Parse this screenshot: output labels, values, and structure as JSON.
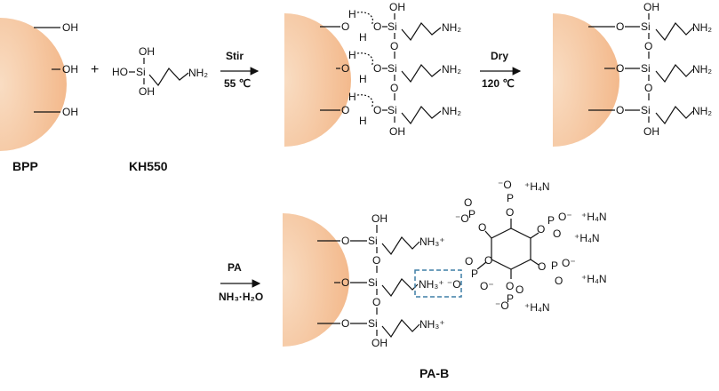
{
  "labels": {
    "bpp": "BPP",
    "kh550": "KH550",
    "pab": "PA-B"
  },
  "step1": {
    "reagent": "Stir",
    "condition": "55 ℃"
  },
  "step2": {
    "reagent": "Dry",
    "condition": "120 ℃"
  },
  "step3": {
    "reagent": "PA",
    "condition": "NH₃·H₂O"
  },
  "symbols": {
    "plus": "+"
  },
  "atoms": {
    "oh": "OH",
    "o": "O",
    "h": "H",
    "si": "Si",
    "nh2": "NH₂",
    "nh3p": "NH₃⁺",
    "nh3p_ion": "NH₃⁺ ⁻O",
    "ho": "HO",
    "p": "P",
    "om": "O⁻",
    "mo": "⁻O",
    "h4n": "⁺H₄N"
  },
  "colors": {
    "particle": "#f6c9a4",
    "highlight_box": "#3f7fa6"
  }
}
